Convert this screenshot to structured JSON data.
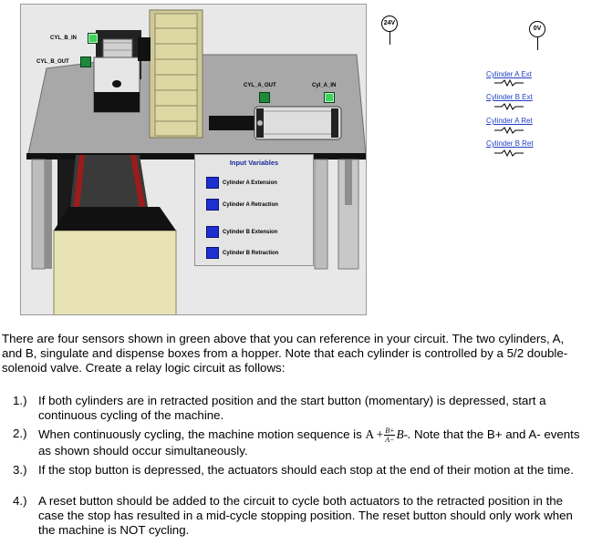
{
  "simulation": {
    "sensors": {
      "cyl_b_in": "CYL_B_IN",
      "cyl_b_out": "CYL_B_OUT",
      "cyl_a_out": "CYL_A_OUT",
      "cyl_a_in": "Cyl_A_IN"
    },
    "input_panel": {
      "title": "Input Variables",
      "buttons": [
        "Cylinder A Extension",
        "Cylinder A Retraction",
        "Cylinder B Extension",
        "Cylinder B Retraction"
      ]
    }
  },
  "circuit": {
    "supply_positive": "24V",
    "supply_zero": "0V",
    "solenoids": [
      "Cylinder A Ext",
      "Cylinder B Ext",
      "Cylinder A Ret",
      "Cylinder B Ret"
    ]
  },
  "instructions": {
    "intro": "There are four sensors shown in green above that you can reference in your circuit.  The two cylinders, A, and B, singulate and dispense boxes from a hopper.  Note that each cylinder is controlled by a 5/2 double-solenoid  valve.  Create a relay logic circuit as follows:",
    "items": [
      {
        "num": "1.)",
        "text": " If both cylinders are in retracted position and the start button (momentary) is depressed, start a continuous cycling of the machine."
      },
      {
        "num": "2.)",
        "text_before": "When continuously cycling, the machine motion sequence is ",
        "seq_a": "A +",
        "frac_top": "B+",
        "frac_bottom": "A−",
        "seq_b": "B-.",
        "text_after": "  Note that the B+ and A- events as shown should occur simultaneously."
      },
      {
        "num": "3.)",
        "text": "If the stop button is depressed, the actuators should each stop at the end of their motion at the time."
      },
      {
        "num": "4.)",
        "text": "A reset button should be added to the circuit to cycle both actuators to the retracted position in the case the stop has resulted in a mid-cycle stopping position.  The reset button should only work when the machine is NOT cycling."
      }
    ]
  }
}
